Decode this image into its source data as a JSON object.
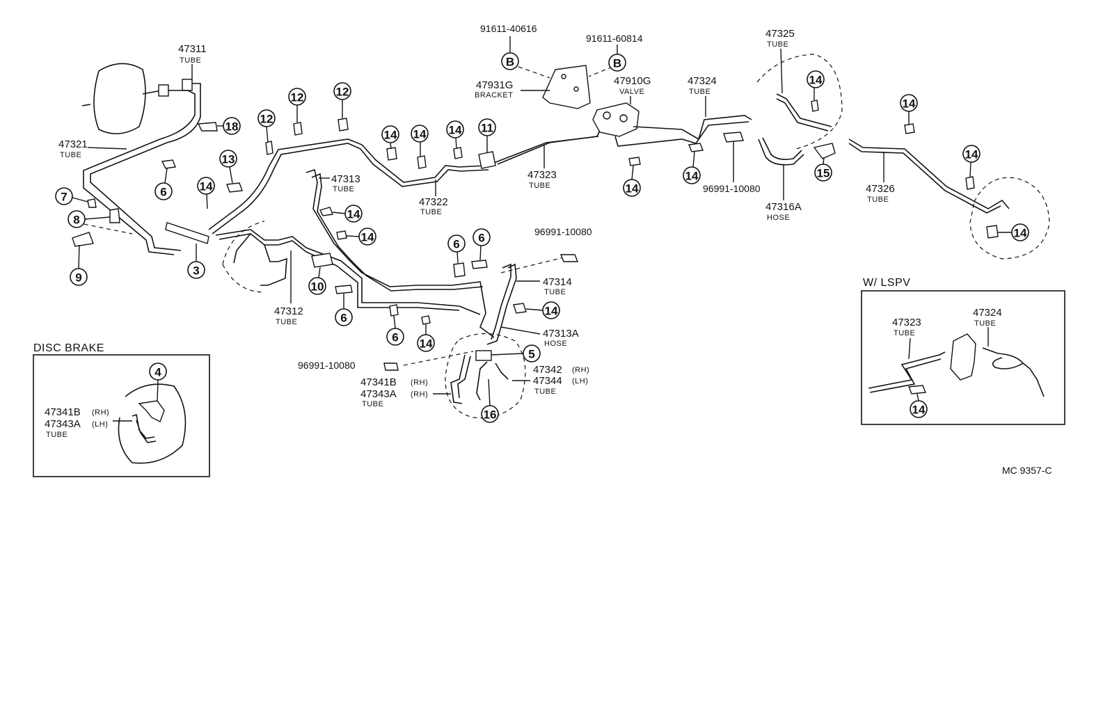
{
  "diagram_code": "MC 9357-C",
  "insets": {
    "disc_brake": {
      "title": "DISC BRAKE"
    },
    "lspv": {
      "title": "W/ LSPV"
    }
  },
  "labels": {
    "p47311": {
      "part": "47311",
      "type": "TUBE"
    },
    "p47321": {
      "part": "47321",
      "type": "TUBE"
    },
    "p47313": {
      "part": "47313",
      "type": "TUBE"
    },
    "p47312": {
      "part": "47312",
      "type": "TUBE"
    },
    "p47322": {
      "part": "47322",
      "type": "TUBE"
    },
    "p47323": {
      "part": "47323",
      "type": "TUBE"
    },
    "p47931g": {
      "part": "47931G",
      "type": "BRACKET"
    },
    "p47910g": {
      "part": "47910G",
      "type": "VALVE"
    },
    "p47324": {
      "part": "47324",
      "type": "TUBE"
    },
    "p47325": {
      "part": "47325",
      "type": "TUBE"
    },
    "p47316a": {
      "part": "47316A",
      "type": "HOSE"
    },
    "p47326": {
      "part": "47326",
      "type": "TUBE"
    },
    "p47314": {
      "part": "47314",
      "type": "TUBE"
    },
    "p47313a": {
      "part": "47313A",
      "type": "HOSE"
    },
    "b1": "91611-40616",
    "b2": "91611-60814",
    "clip1": "96991-10080",
    "clip2": "96991-10080",
    "clip3": "96991-10080",
    "rear_l1": {
      "a": "47342",
      "b": "(RH)"
    },
    "rear_l2": {
      "a": "47344",
      "b": "(LH)"
    },
    "rear_t": "TUBE",
    "rear_r1": {
      "a": "47341B",
      "b": "(RH)"
    },
    "rear_r2": {
      "a": "47343A",
      "b": "(RH)"
    },
    "rear_rt": "TUBE",
    "disc_1": {
      "a": "47341B",
      "b": "(RH)"
    },
    "disc_2": {
      "a": "47343A",
      "b": "(LH)"
    },
    "disc_t": "TUBE",
    "lspv_47323": {
      "part": "47323",
      "type": "TUBE"
    },
    "lspv_47324": {
      "part": "47324",
      "type": "TUBE"
    }
  },
  "callouts": [
    "18",
    "12",
    "12",
    "12",
    "13",
    "6",
    "7",
    "8",
    "9",
    "3",
    "14",
    "14",
    "14",
    "11",
    "14",
    "14",
    "14",
    "14",
    "14",
    "14",
    "15",
    "14",
    "14",
    "14",
    "10",
    "6",
    "6",
    "6",
    "6",
    "14",
    "14",
    "5",
    "16",
    "4",
    "14",
    "B",
    "B"
  ]
}
